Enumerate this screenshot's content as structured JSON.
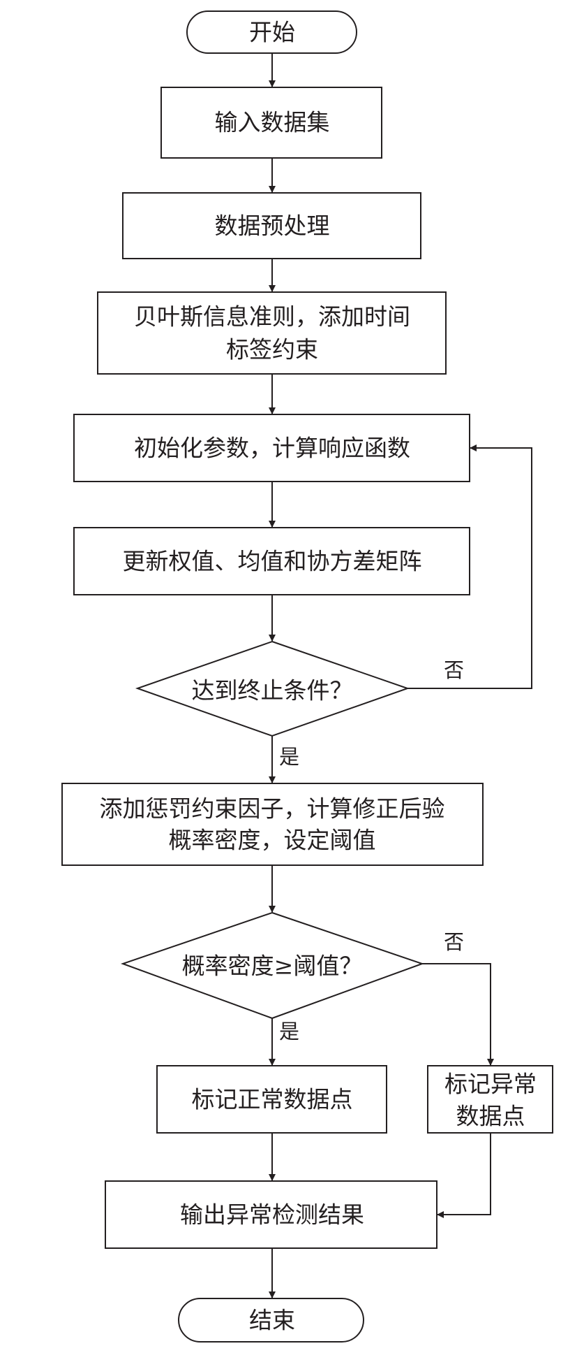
{
  "flowchart": {
    "start": "开始",
    "input_dataset": "输入数据集",
    "preprocess": "数据预处理",
    "bic_line1": "贝叶斯信息准则，添加时间",
    "bic_line2": "标签约束",
    "init_params": "初始化参数，计算响应函数",
    "update_params": "更新权值、均值和协方差矩阵",
    "terminate_question": "达到终止条件？",
    "penalty_line1": "添加惩罚约束因子，计算修正后验",
    "penalty_line2": "概率密度，设定阈值",
    "density_question": "概率密度≥阈值？",
    "mark_normal": "标记正常数据点",
    "mark_anomaly_line1": "标记异常",
    "mark_anomaly_line2": "数据点",
    "output_result": "输出异常检测结果",
    "end": "结束",
    "yes_label": "是",
    "no_label": "否"
  }
}
